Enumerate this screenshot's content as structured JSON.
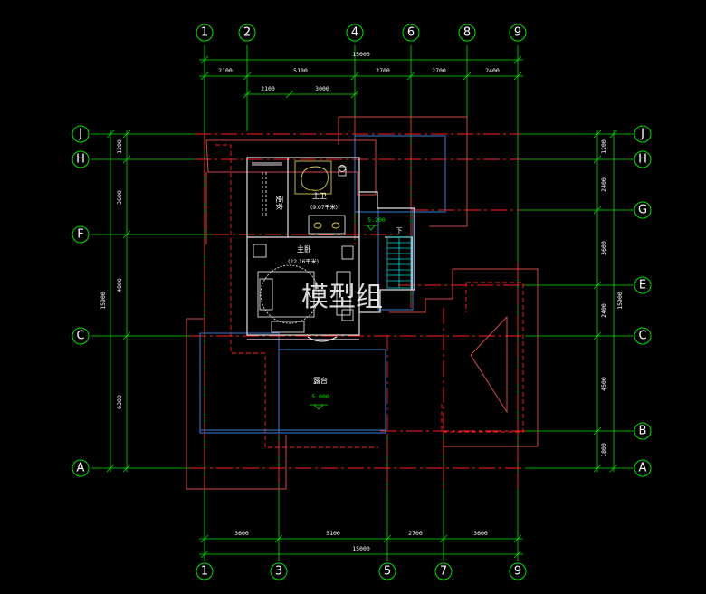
{
  "axes": {
    "top": [
      "1",
      "2",
      "4",
      "6",
      "8",
      "9"
    ],
    "bottom": [
      "1",
      "3",
      "5",
      "7",
      "9"
    ],
    "left": [
      "J",
      "H",
      "F",
      "C",
      "A"
    ],
    "right": [
      "J",
      "H",
      "G",
      "E",
      "C",
      "B",
      "A"
    ]
  },
  "dimensions": {
    "top_total": "15000",
    "top_segments": [
      "2100",
      "5100",
      "2700",
      "2700",
      "2400"
    ],
    "top_inner": [
      "2100",
      "3000"
    ],
    "bottom_total": "15000",
    "bottom_segments": [
      "3600",
      "5100",
      "2700",
      "3600"
    ],
    "left_segments": [
      "1200",
      "3600",
      "4800",
      "6300"
    ],
    "left_total": "15900",
    "right_segments": [
      "1200",
      "2400",
      "3600",
      "2400",
      "4500",
      "1800"
    ],
    "right_total": "15900"
  },
  "rooms": {
    "bath_name": "主卫",
    "bath_area": "(9.07平米)",
    "closet_name": "更衣",
    "bedroom_name": "主卧",
    "bedroom_area": "(22.16平米)",
    "terrace_name": "露台",
    "terrace_level": "5.000",
    "stair_level": "5.200",
    "stair_dir": "下"
  },
  "watermark": "模型组",
  "colors": {
    "background": "#000000",
    "grid": "#00e000",
    "axis_red": "#ff2020",
    "wall": "#e0e0e0",
    "roof": "#d04848",
    "glass": "#3a7bd5"
  }
}
